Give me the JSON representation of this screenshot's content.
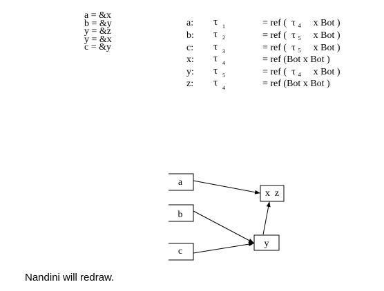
{
  "statements": [
    "a = &x",
    "b = &y",
    "y = &z",
    "y = &x",
    "c = &y"
  ],
  "type_table": [
    {
      "var": "a:",
      "tau": "τ",
      "sub": "1",
      "ref": "= ref (  τ ₄     x Bot )"
    },
    {
      "var": "b:",
      "tau": "τ",
      "sub": "2",
      "ref": "= ref (  τ ₅     x Bot )"
    },
    {
      "var": "c:",
      "tau": "τ",
      "sub": "3",
      "ref": "= ref (  τ ₅     x Bot )"
    },
    {
      "var": "x:",
      "tau": "τ",
      "sub": "4",
      "ref": "= ref (Bot x Bot )"
    },
    {
      "var": "y:",
      "tau": "τ",
      "sub": "5",
      "ref": "= ref (  τ ₄     x Bot )"
    },
    {
      "var": "z:",
      "tau": "τ",
      "sub": "4",
      "ref": "= ref (Bot x Bot )"
    }
  ],
  "graph": {
    "nodes": [
      {
        "id": "a",
        "label": "a"
      },
      {
        "id": "b",
        "label": "b"
      },
      {
        "id": "c",
        "label": "c"
      },
      {
        "id": "xz",
        "label": "x  z"
      },
      {
        "id": "y",
        "label": "y"
      }
    ],
    "edges": [
      {
        "from": "a",
        "to": "xz"
      },
      {
        "from": "b",
        "to": "y"
      },
      {
        "from": "c",
        "to": "y"
      },
      {
        "from": "y",
        "to": "xz"
      }
    ]
  },
  "note": "Nandini will redraw."
}
